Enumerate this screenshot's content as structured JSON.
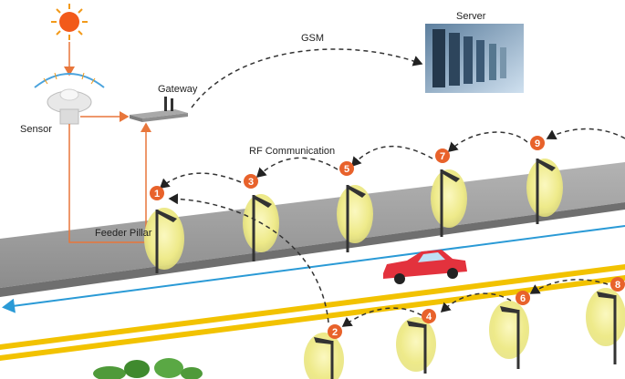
{
  "labels": {
    "server": "Server",
    "gsm": "GSM",
    "gateway": "Gateway",
    "sensor": "Sensor",
    "rf": "RF Communication",
    "feeder": "Feeder Pillar"
  },
  "lamp_numbers": [
    "1",
    "2",
    "3",
    "4",
    "5",
    "6",
    "7",
    "8",
    "9"
  ],
  "colors": {
    "badge": "#e8622b",
    "wire": "#e8763b",
    "road_gray": "#9a9a9a",
    "road_yellow": "#f2c200",
    "lamp_glow": "#f2ee9a",
    "car": "#e3323d",
    "water_line": "#2a9ad6"
  },
  "icons": [
    "sun-icon",
    "sensor-icon",
    "gateway-icon",
    "server-icon",
    "car-icon",
    "street-lamp-icon",
    "tree-icon"
  ]
}
